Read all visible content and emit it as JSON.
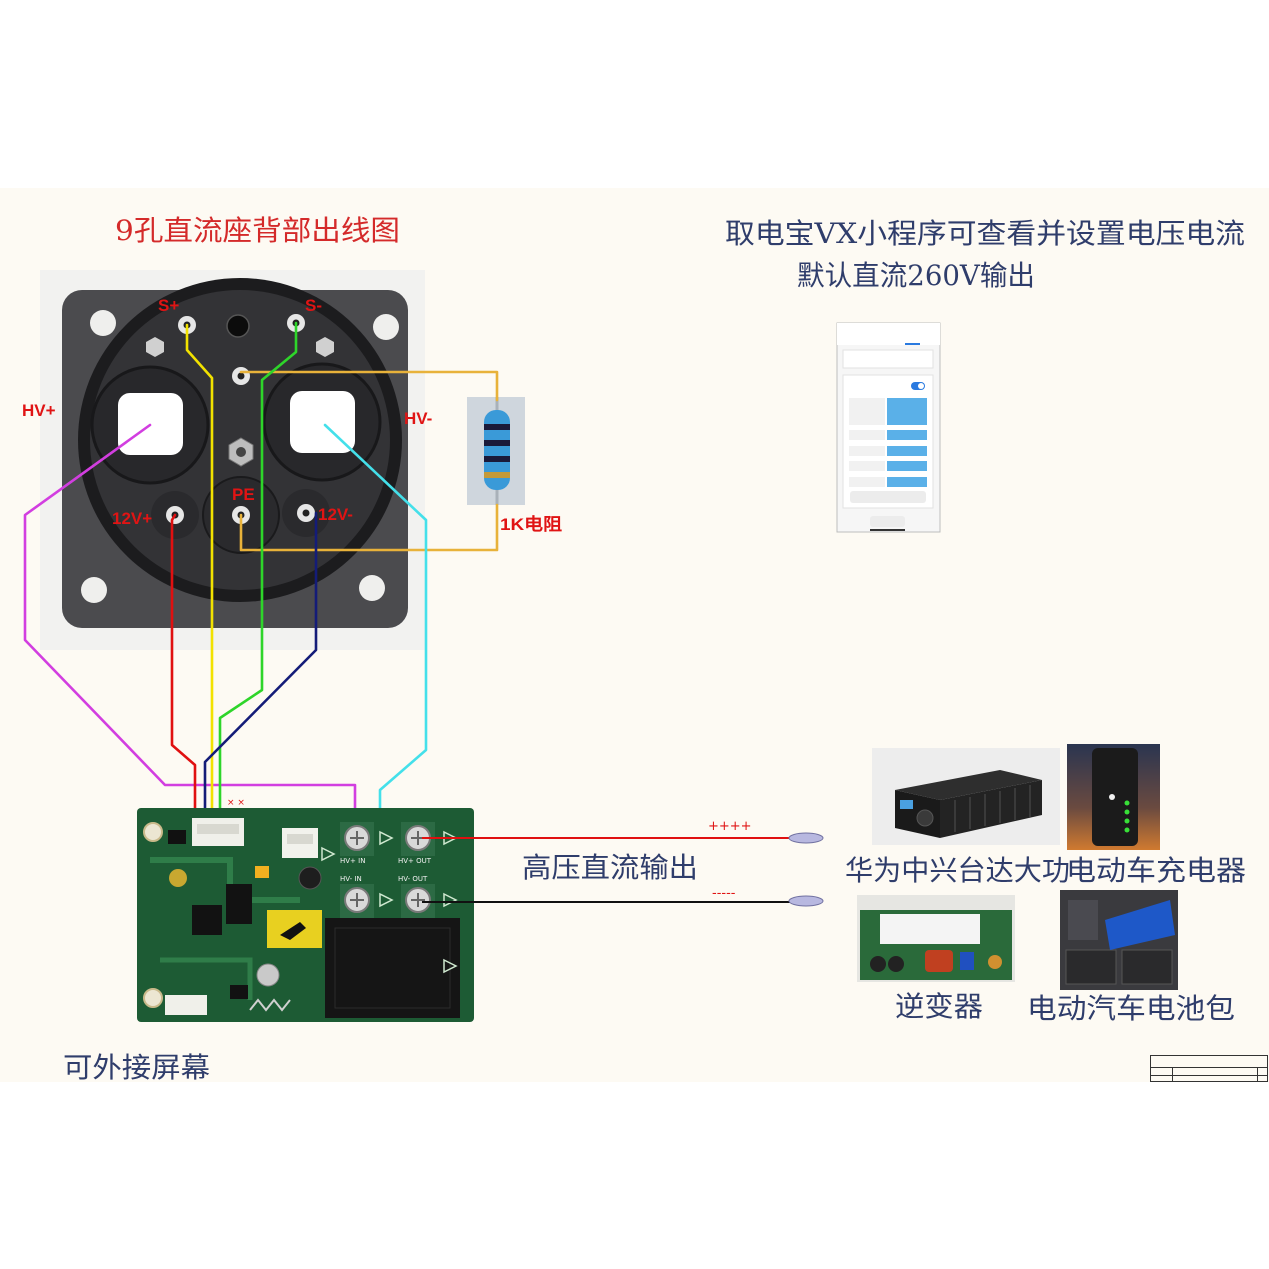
{
  "diagram": {
    "connector_title": "9孔直流座背部出线图",
    "app_note_line1": "取电宝VX小程序可查看并设置电压电流",
    "app_note_line2": "默认直流260V输出",
    "screen_note": "可外接屏幕"
  },
  "connector_labels": {
    "s_plus": "S+",
    "s_minus": "S-",
    "hv_plus": "HV+",
    "hv_minus": "HV-",
    "pe": "PE",
    "v12_plus": "12V+",
    "v12_minus": "12V-"
  },
  "resistor": {
    "label": "1K电阻"
  },
  "board": {
    "hv_plus_in": "HV+ IN",
    "hv_plus_out": "HV+ OUT",
    "hv_minus_in": "HV- IN",
    "hv_minus_out": "HV- OUT",
    "pin_marks": "× ×"
  },
  "output": {
    "label": "高压直流输出",
    "positive_marks": "++++",
    "negative_marks": "-----"
  },
  "devices": {
    "charger_brand_label": "华为中兴台达大功",
    "charger_label": "电动车充电器",
    "inverter_label": "逆变器",
    "battery_label": "电动汽车电池包"
  },
  "colors": {
    "title_red": "#d42a2a",
    "text_navy": "#2f3d6b",
    "label_red": "#e01414",
    "wire_magenta": "#d23ee0",
    "wire_red": "#e01010",
    "wire_yellow": "#f2e200",
    "wire_green": "#2ed52a",
    "wire_navy": "#141c78",
    "wire_cyan": "#44e0ea",
    "wire_gold": "#e8b23a",
    "output_positive": "#e01010",
    "output_negative": "#111111"
  }
}
